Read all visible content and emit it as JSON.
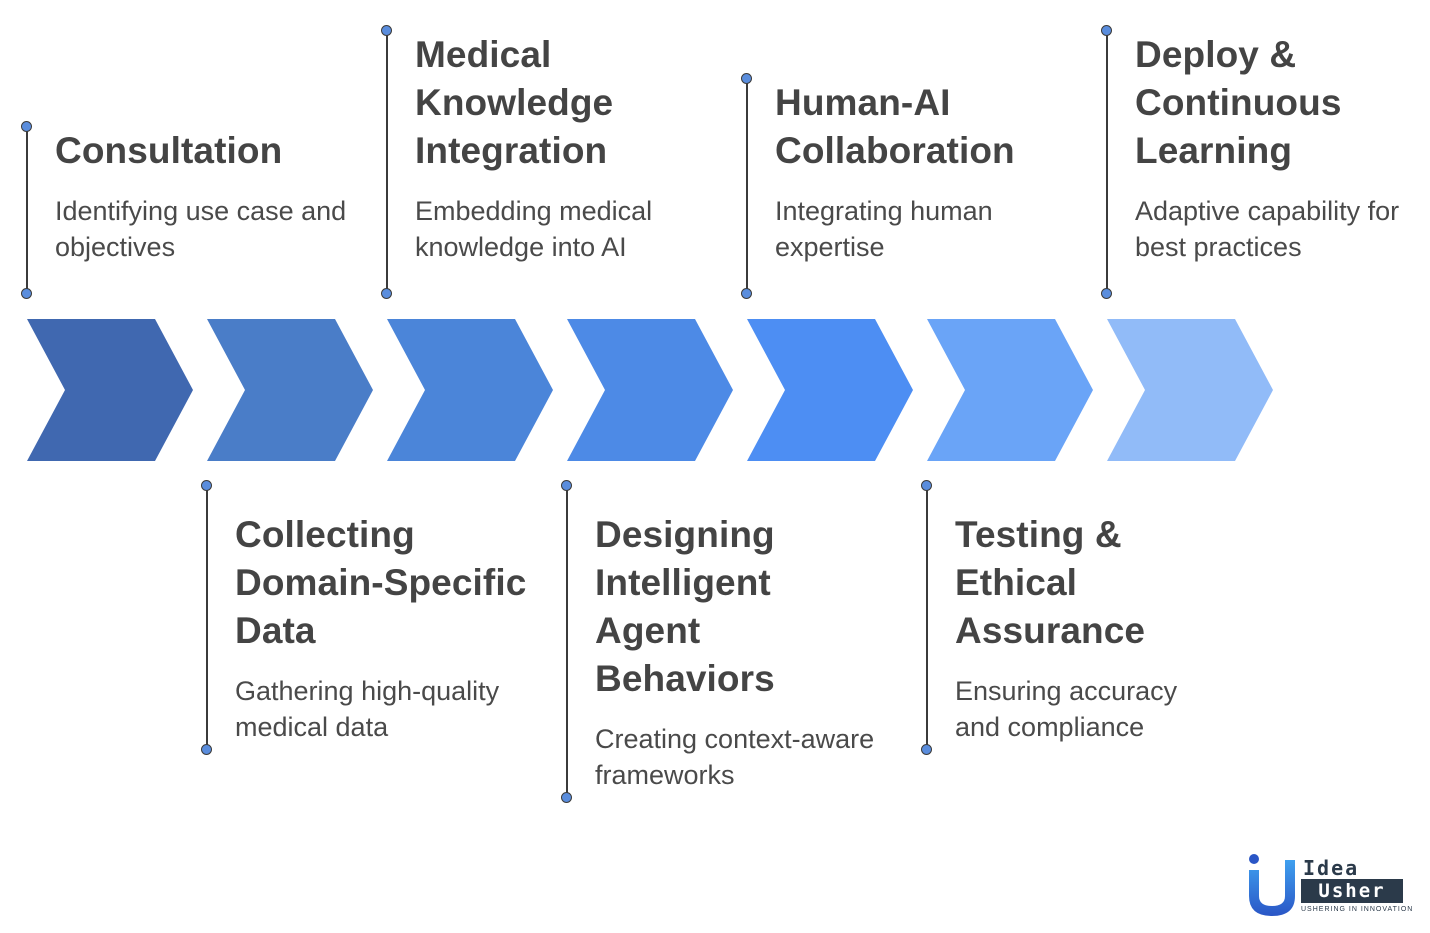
{
  "steps": [
    {
      "title": "Consultation",
      "desc": "Identifying use case and objectives",
      "position": "top"
    },
    {
      "title": "Collecting Domain-Specific Data",
      "desc": "Gathering high-quality medical data",
      "position": "bottom"
    },
    {
      "title": "Medical Knowledge Integration",
      "desc": "Embedding medical knowledge into AI",
      "position": "top"
    },
    {
      "title": "Designing Intelligent Agent Behaviors",
      "desc": "Creating context-aware frameworks",
      "position": "bottom"
    },
    {
      "title": "Human-AI Collaboration",
      "desc": "Integrating human expertise",
      "position": "top"
    },
    {
      "title": "Testing & Ethical Assurance",
      "desc": "Ensuring accuracy and compliance",
      "position": "bottom"
    },
    {
      "title": "Deploy & Continuous Learning",
      "desc": "Adaptive capability for best practices",
      "position": "top"
    }
  ],
  "chevron_colors": [
    "#4068b0",
    "#4a7dc8",
    "#4b85d9",
    "#4d8ae6",
    "#4d8ef3",
    "#6aa4f7",
    "#91bbf8"
  ],
  "logo": {
    "word1": "Idea",
    "word2": "Usher",
    "tagline": "USHERING IN INNOVATION"
  }
}
